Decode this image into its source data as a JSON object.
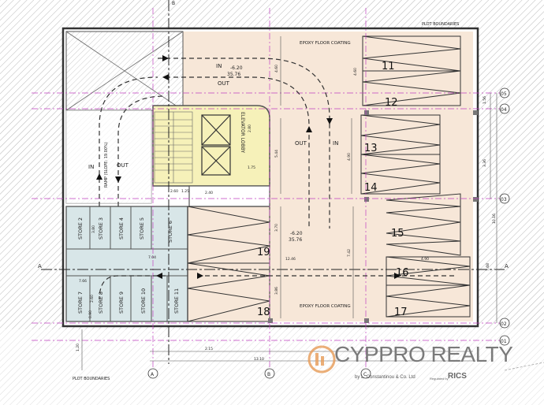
{
  "labels": {
    "plot_top": "PLOT BOUNDARIES",
    "plot_bottom": "PLOT BOUNDARIES",
    "epoxy_top": "EPOXY FLOOR COATING",
    "epoxy_bottom": "EPOXY FLOOR COATING",
    "elevator_lobby": "ELEVATOR LOBBY",
    "ramp": "RAMP (SLOPE: 19.00%)",
    "in_top": "IN",
    "out_top": "OUT",
    "in_mid": "IN",
    "out_mid": "OUT",
    "in_ramp": "IN",
    "out_ramp": "OUT",
    "level_top": "-6.20",
    "level_top_b": "35.76",
    "level_mid": "-6.20",
    "level_mid_b": "35.76"
  },
  "bays": [
    "11",
    "12",
    "13",
    "14",
    "15",
    "16",
    "17",
    "18",
    "19"
  ],
  "stores": [
    "STORE 2",
    "STORE 3",
    "STORE 4",
    "STORE 5",
    "STORE 6",
    "STORE 7",
    "STORE 8",
    "STORE 9",
    "STORE 10",
    "STORE 11"
  ],
  "grid": {
    "rows": [
      "05",
      "04",
      "03",
      "02",
      "01"
    ],
    "cols": [
      "A",
      "B",
      "C"
    ],
    "top_col": "B",
    "section_left": "A",
    "section_right": "A"
  },
  "dims": {
    "d1": "4.60",
    "d2": "4.60",
    "d3": "5.44",
    "d4": "4.90",
    "d5": "3.70",
    "d6": "12.46",
    "d7": "7.42",
    "d8": "3.86",
    "d9": "4.90",
    "d10": "7.04",
    "d11": "2.60",
    "d12": "2.40",
    "d13": "1.75",
    "d14": "3.80",
    "d15": "2.15",
    "d16": "13.10",
    "d17": "1.25",
    "d18": "3.36",
    "d19": "1.56",
    "d20": "10.16",
    "d21": "1.20",
    "d22": "7.66",
    "d23": "7.68",
    "d24": "0.90",
    "d25": "2.60",
    "d26": "2.80"
  },
  "watermark": {
    "brand": "CYPPRO REALTY",
    "sub": "by L. Constantinou & Co. Ltd",
    "rics": "RICS",
    "powered": "Regulated by"
  },
  "colors": {
    "parking": "#f7e7d8",
    "core": "#f6f1b9",
    "stores": "#d8e6e8",
    "wall": "#555555",
    "grid_line": "#c040c0"
  }
}
